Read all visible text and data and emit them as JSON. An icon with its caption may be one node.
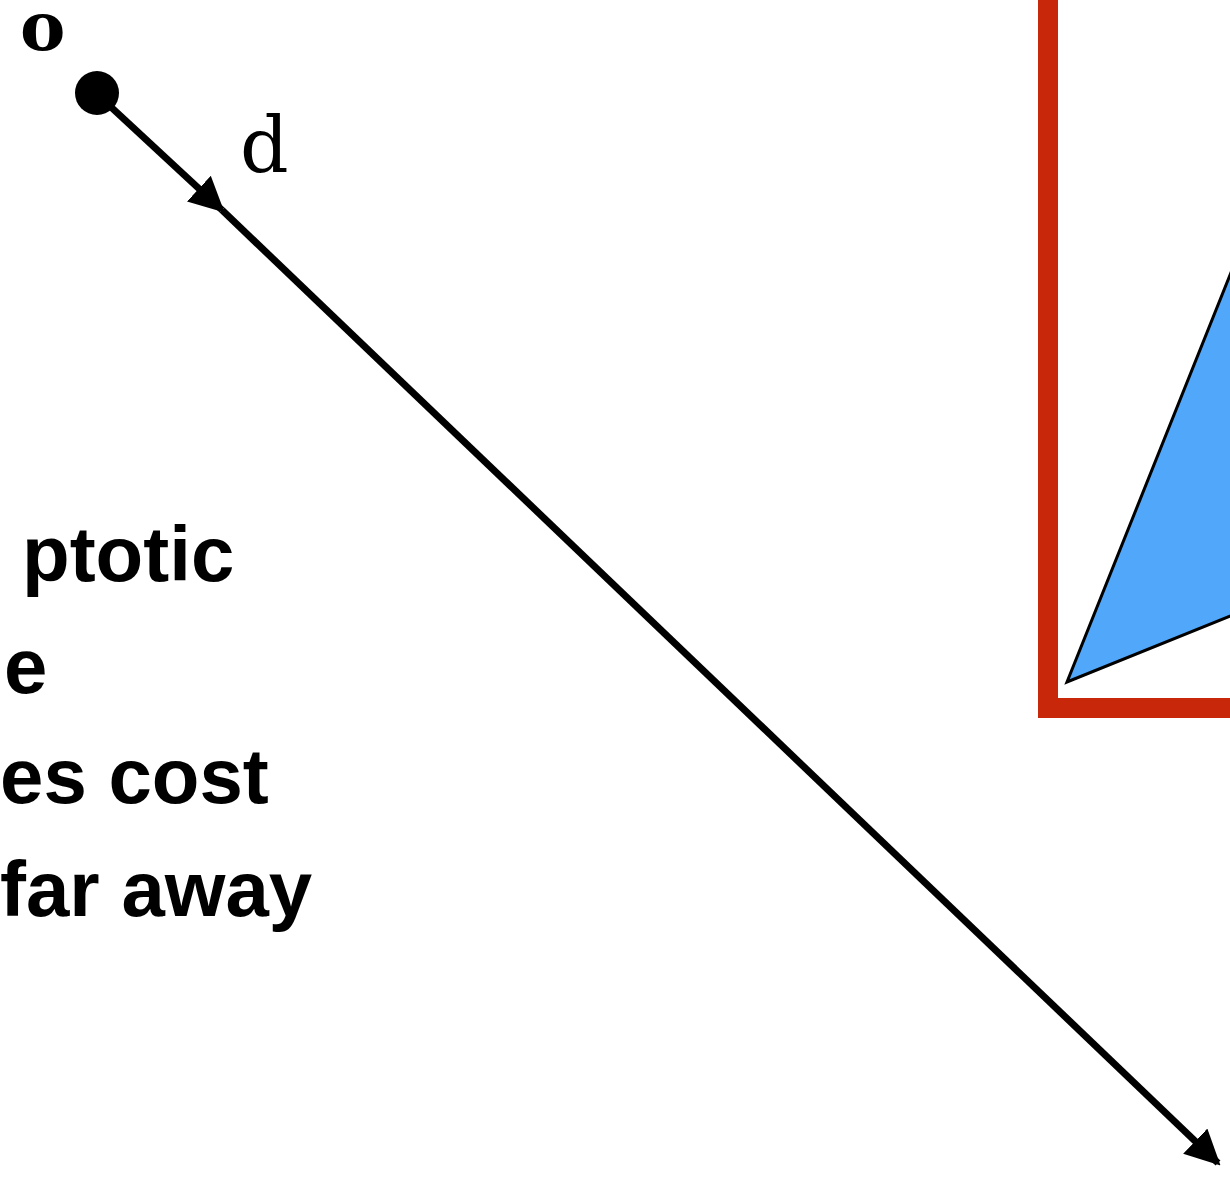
{
  "diagram": {
    "labels": [
      "o",
      "d",
      "ptotic",
      "e",
      "es cost",
      "far away"
    ]
  }
}
